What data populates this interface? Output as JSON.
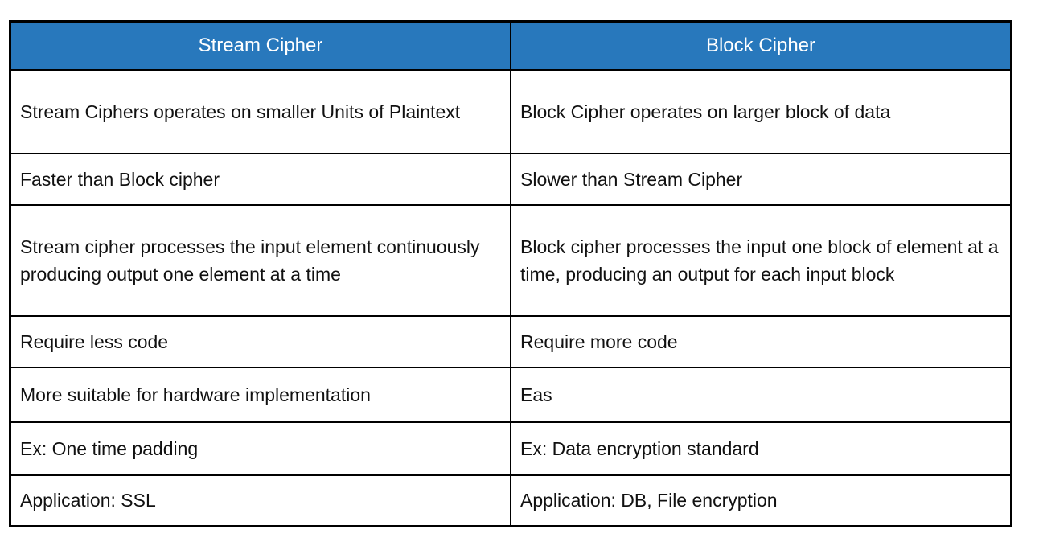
{
  "colors": {
    "header_background": "#2878bc",
    "header_text": "#ffffff",
    "border": "#000000",
    "body_text": "#111111",
    "page_background": "#ffffff"
  },
  "table": {
    "headers": [
      "Stream Cipher",
      "Block Cipher"
    ],
    "rows": [
      {
        "stream_cipher": "Stream Ciphers operates on smaller Units of Plaintext",
        "block_cipher": "Block Cipher operates on larger block of data"
      },
      {
        "stream_cipher": "Faster than Block cipher",
        "block_cipher": "Slower than Stream Cipher"
      },
      {
        "stream_cipher": "Stream cipher processes the input element continuously producing output one element at a time",
        "block_cipher": "Block cipher processes the input one block of element at a time, producing an output for each input block"
      },
      {
        "stream_cipher": "Require less code",
        "block_cipher": "Require more code"
      },
      {
        "stream_cipher": "More suitable for hardware implementation",
        "block_cipher": "Eas"
      },
      {
        "stream_cipher": "Ex: One time padding",
        "block_cipher": "Ex: Data encryption standard"
      },
      {
        "stream_cipher": "Application: SSL",
        "block_cipher": "Application: DB, File encryption"
      }
    ]
  }
}
